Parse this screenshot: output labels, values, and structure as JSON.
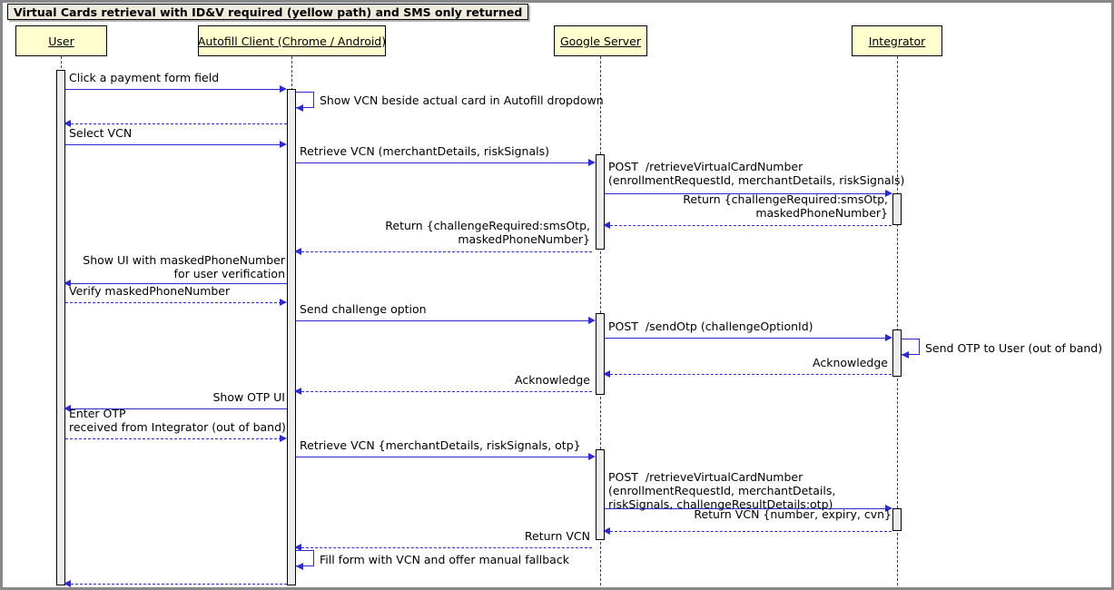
{
  "diagram": {
    "title": "Virtual Cards retrieval with ID&V required (yellow path) and SMS only returned",
    "type": "sequence-diagram",
    "colors": {
      "participant_fill": "#FEFECE",
      "participant_border": "#000000",
      "title_fill": "#EEEBDC",
      "arrow": "#2B2BCE",
      "activation_fill": "#EDEDED",
      "frame_border": "#888888"
    },
    "participants": [
      {
        "id": "user",
        "label": "User"
      },
      {
        "id": "autofill",
        "label": "Autofill Client (Chrome / Android)"
      },
      {
        "id": "google",
        "label": "Google Server"
      },
      {
        "id": "integrator",
        "label": "Integrator"
      }
    ],
    "messages": [
      {
        "n": 1,
        "from": "user",
        "to": "autofill",
        "style": "solid",
        "dir": "right",
        "label": "Click a payment form field"
      },
      {
        "n": 2,
        "from": "autofill",
        "to": "autofill",
        "style": "self",
        "dir": "self",
        "label": "Show VCN beside actual card in Autofill dropdown"
      },
      {
        "n": 3,
        "from": "autofill",
        "to": "user",
        "style": "dashed",
        "dir": "left",
        "label": ""
      },
      {
        "n": 4,
        "from": "user",
        "to": "autofill",
        "style": "solid",
        "dir": "right",
        "label": "Select VCN"
      },
      {
        "n": 5,
        "from": "autofill",
        "to": "google",
        "style": "solid",
        "dir": "right",
        "label": "Retrieve VCN (merchantDetails, riskSignals)"
      },
      {
        "n": 6,
        "from": "google",
        "to": "integrator",
        "style": "solid",
        "dir": "right",
        "label": "POST  /retrieveVirtualCardNumber\n(enrollmentRequestId, merchantDetails, riskSignals)"
      },
      {
        "n": 7,
        "from": "integrator",
        "to": "google",
        "style": "dashed",
        "dir": "left",
        "label": "Return {challengeRequired:smsOtp,\nmaskedPhoneNumber}"
      },
      {
        "n": 8,
        "from": "google",
        "to": "autofill",
        "style": "dashed",
        "dir": "left",
        "label": "Return {challengeRequired:smsOtp,\nmaskedPhoneNumber}"
      },
      {
        "n": 9,
        "from": "autofill",
        "to": "user",
        "style": "solid",
        "dir": "left",
        "label": "Show UI with maskedPhoneNumber\nfor user verification"
      },
      {
        "n": 10,
        "from": "user",
        "to": "autofill",
        "style": "dashed",
        "dir": "right",
        "label": "Verify maskedPhoneNumber"
      },
      {
        "n": 11,
        "from": "autofill",
        "to": "google",
        "style": "solid",
        "dir": "right",
        "label": "Send challenge option"
      },
      {
        "n": 12,
        "from": "google",
        "to": "integrator",
        "style": "solid",
        "dir": "right",
        "label": "POST  /sendOtp (challengeOptionId)"
      },
      {
        "n": 13,
        "from": "integrator",
        "to": "integrator",
        "style": "self",
        "dir": "self",
        "label": "Send OTP to User (out of band)"
      },
      {
        "n": 14,
        "from": "integrator",
        "to": "google",
        "style": "dashed",
        "dir": "left",
        "label": "Acknowledge"
      },
      {
        "n": 15,
        "from": "google",
        "to": "autofill",
        "style": "dashed",
        "dir": "left",
        "label": "Acknowledge"
      },
      {
        "n": 16,
        "from": "autofill",
        "to": "user",
        "style": "solid",
        "dir": "left",
        "label": "Show OTP UI"
      },
      {
        "n": 17,
        "from": "user",
        "to": "autofill",
        "style": "dashed",
        "dir": "right",
        "label": "Enter OTP\nreceived from Integrator (out of band)"
      },
      {
        "n": 18,
        "from": "autofill",
        "to": "google",
        "style": "solid",
        "dir": "right",
        "label": "Retrieve VCN {merchantDetails, riskSignals, otp}"
      },
      {
        "n": 19,
        "from": "google",
        "to": "integrator",
        "style": "solid",
        "dir": "right",
        "label": "POST  /retrieveVirtualCardNumber\n(enrollmentRequestId, merchantDetails,\nriskSignals, challengeResultDetails:otp)"
      },
      {
        "n": 20,
        "from": "integrator",
        "to": "google",
        "style": "dashed",
        "dir": "left",
        "label": "Return VCN {number, expiry, cvn}"
      },
      {
        "n": 21,
        "from": "google",
        "to": "autofill",
        "style": "dashed",
        "dir": "left",
        "label": "Return VCN"
      },
      {
        "n": 22,
        "from": "autofill",
        "to": "autofill",
        "style": "self",
        "dir": "self",
        "label": "Fill form with VCN and offer manual fallback"
      },
      {
        "n": 23,
        "from": "autofill",
        "to": "user",
        "style": "dashed",
        "dir": "left",
        "label": ""
      }
    ]
  }
}
